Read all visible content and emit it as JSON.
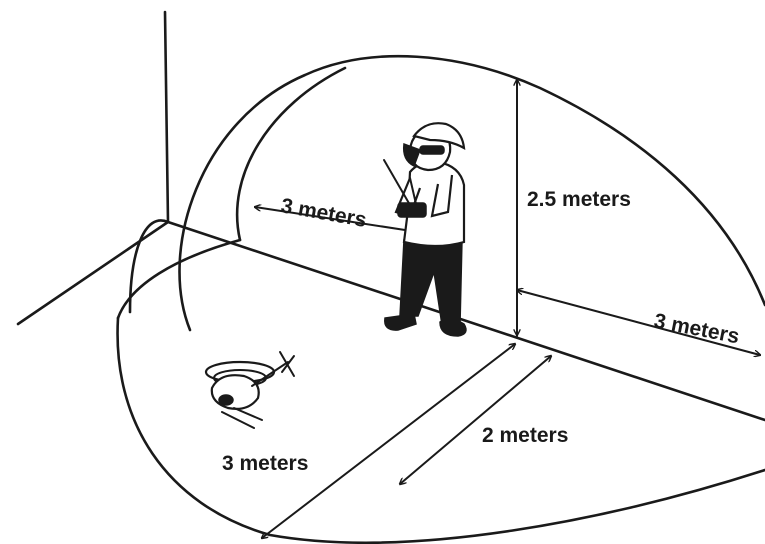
{
  "diagram": {
    "labels": {
      "height": "2.5 meters",
      "back": "3 meters",
      "right": "3 meters",
      "front": "3 meters",
      "inner": "2 meters"
    }
  }
}
